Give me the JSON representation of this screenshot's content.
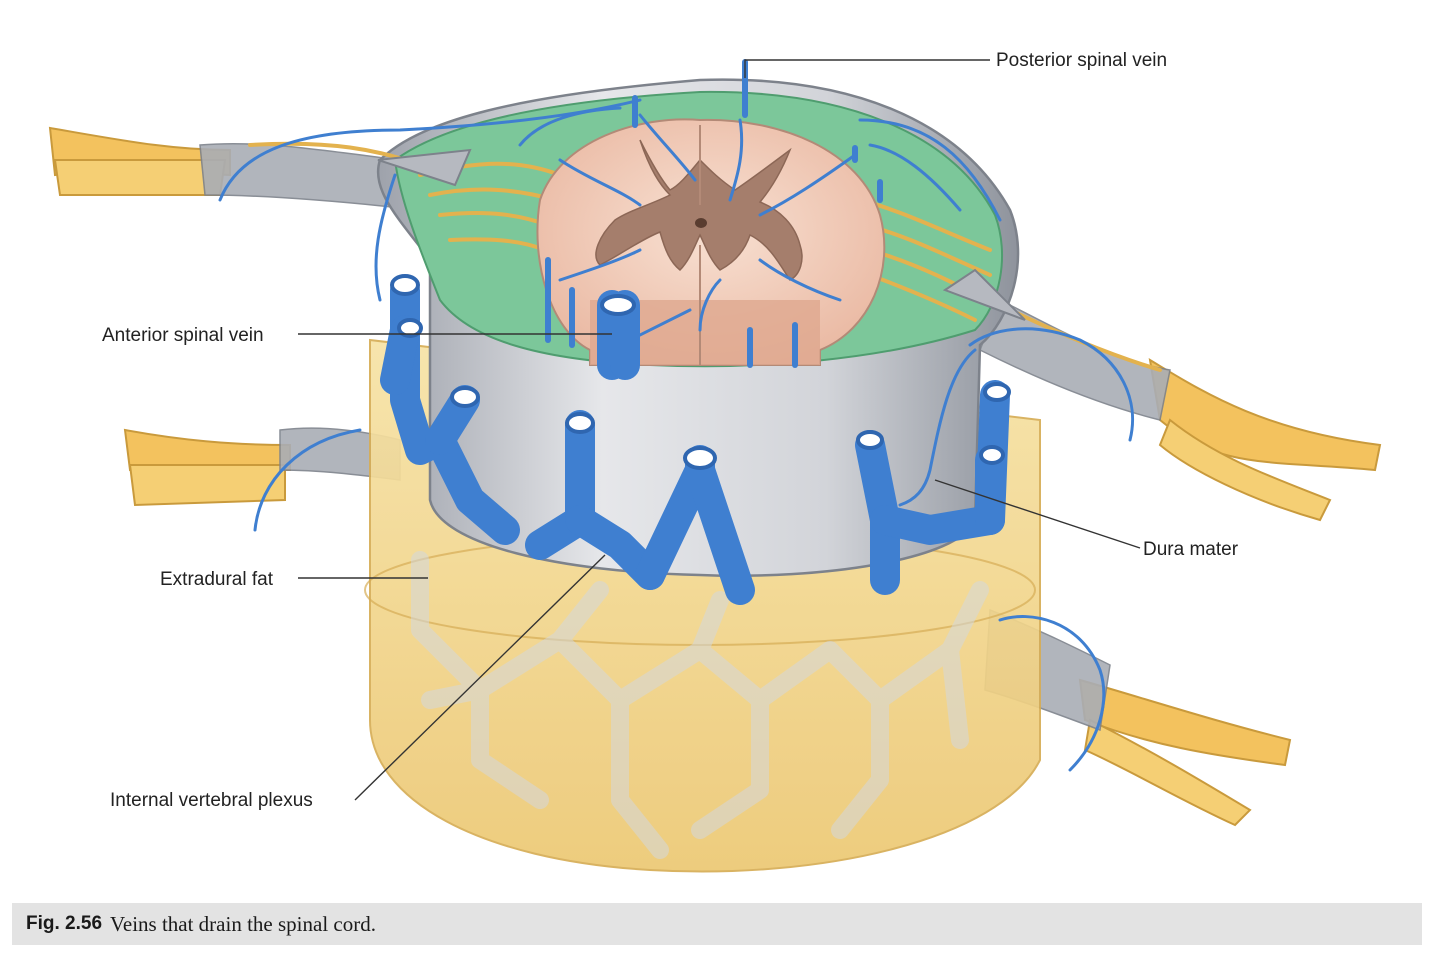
{
  "labels": {
    "posterior_spinal_vein": "Posterior spinal vein",
    "anterior_spinal_vein": "Anterior spinal vein",
    "dura_mater": "Dura mater",
    "extradural_fat": "Extradural fat",
    "internal_vertebral_plexus": "Internal vertebral plexus"
  },
  "caption": {
    "figure_number": "Fig. 2.56",
    "text": "Veins that drain the spinal cord."
  },
  "colors": {
    "vein": "#3f7fd0",
    "fat": "#f1d48c",
    "nerve": "#f3c25e",
    "dura": "#c9ccd3",
    "arachnoid": "#7cc79a",
    "white_matter": "#f3d3c2",
    "grey_matter": "#a57e6c"
  }
}
